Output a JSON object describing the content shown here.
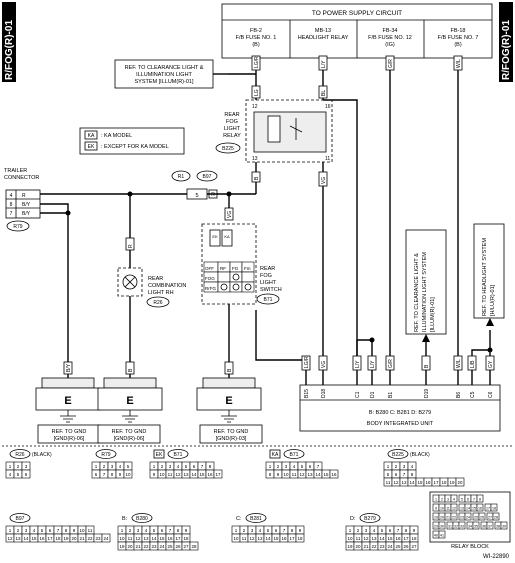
{
  "side_label": "R/FOG(R)-01",
  "power": {
    "title": "TO POWER SUPPLY CIRCUIT",
    "fuses": [
      {
        "name": "FB-2",
        "desc": "F/B FUSE NO. 1",
        "sub": "(B)"
      },
      {
        "name": "MB-13",
        "desc": "HEADLIGHT RELAY",
        "sub": ""
      },
      {
        "name": "FB-34",
        "desc": "F/B FUSE NO. 12",
        "sub": "(IG)"
      },
      {
        "name": "FB-18",
        "desc": "F/B FUSE NO. 7",
        "sub": "(B)"
      }
    ]
  },
  "ref_clearance_top": [
    "REF. TO CLEARANCE LIGHT &",
    "ILLUMINATION LIGHT",
    "SYSTEM [ILLUM(R)-01]"
  ],
  "legend": [
    {
      "code": "KA",
      "text": ": KA MODEL"
    },
    {
      "code": "EK",
      "text": ": EXCEPT FOR KA MODEL"
    }
  ],
  "relay": {
    "label": [
      "REAR",
      "FOG",
      "LIGHT",
      "RELAY"
    ],
    "id": "B225"
  },
  "switch": {
    "label": [
      "REAR",
      "FOG",
      "LIGHT",
      "SWITCH"
    ],
    "id": "B71",
    "rows": [
      "OFF",
      "FOG",
      "RrFG"
    ],
    "cols": [
      "RF",
      "FG",
      "Fm"
    ]
  },
  "trailer": {
    "label": [
      "TRAILER",
      "CONNECTOR"
    ],
    "id": "R79",
    "pins": [
      "4",
      "8",
      "7"
    ]
  },
  "combo": {
    "label": [
      "REAR",
      "COMBINATION",
      "LIGHT RH"
    ],
    "id": "R26"
  },
  "joint": {
    "a": "R1",
    "b": "B97",
    "pin": "5"
  },
  "biu": {
    "title": "BODY INTEGRATED UNIT",
    "conn_label": "B: B280  C: B281  D: B279"
  },
  "ref_clearance_right": [
    "REF. TO CLEARANCE LIGHT &",
    "ILLUMINATION LIGHT SYSTEM",
    "[ILLUM(R)-01]"
  ],
  "ref_headlight": [
    "REF. TO HEADLIGHT SYSTEM",
    "[H/LU(R)-01]"
  ],
  "grounds": [
    {
      "text": [
        "REF. TO GND",
        "[GND(R)-06]"
      ]
    },
    {
      "text": [
        "REF. TO GND",
        "[GND(R)-06]"
      ]
    },
    {
      "text": [
        "REF. TO GND",
        "[GND(R)-03]"
      ]
    }
  ],
  "ground_letter": "E",
  "wires": {
    "lgr": "LG/R",
    "ly": "L/Y",
    "gr": "G/R",
    "wl": "W/L",
    "lg": "LG",
    "bl": "BL",
    "by": "B/Y",
    "b": "B",
    "r": "R",
    "vg": "VG",
    "gy": "GY",
    "lgr2": "LG/R",
    "ly2": "L/Y",
    "b2": "B",
    "gr2": "G/R",
    "wl2": "W/L",
    "lb": "L/B"
  },
  "pins": {
    "relay_top": [
      "12",
      "16"
    ],
    "relay_bot": [
      "13",
      "11"
    ],
    "biu": [
      "B15",
      "D18",
      "C1",
      "D1",
      "B1",
      "D19",
      "B6",
      "C5",
      "C6"
    ]
  },
  "connectors": [
    {
      "id": "R26",
      "note": "(BLACK)",
      "rows": [
        [
          "1",
          "2",
          "3"
        ],
        [
          "4",
          "5",
          "6"
        ]
      ]
    },
    {
      "id": "R79",
      "note": "",
      "rows": [
        [
          "1",
          "2",
          "3",
          "4",
          "5"
        ],
        [
          "6",
          "7",
          "8",
          "9",
          "10"
        ]
      ]
    },
    {
      "id": "B71",
      "tag": "EK",
      "note": "",
      "rows": [
        [
          "1",
          "2",
          "3",
          "4",
          "5",
          "6",
          "7",
          "8"
        ],
        [
          "9",
          "10",
          "11",
          "12",
          "13",
          "14",
          "15",
          "16",
          "17"
        ]
      ]
    },
    {
      "id": "B71",
      "tag": "KA",
      "note": "",
      "rows": [
        [
          "1",
          "2",
          "3",
          "4",
          "5",
          "6",
          "7"
        ],
        [
          "8",
          "9",
          "10",
          "11",
          "12",
          "13",
          "14",
          "15",
          "16"
        ]
      ]
    },
    {
      "id": "B225",
      "note": "(BLACK)",
      "rows": [
        [
          "1",
          "2",
          "3",
          "4"
        ],
        [
          "5",
          "6",
          "7",
          "8"
        ],
        [
          "11",
          "12",
          "13",
          "14",
          "15",
          "16",
          "17",
          "18",
          "19",
          "20"
        ]
      ]
    },
    {
      "id": "B97",
      "note": "",
      "rows": [
        [
          "1",
          "2",
          "3",
          "4",
          "5",
          "6",
          "7",
          "8",
          "9",
          "10",
          "11"
        ],
        [
          "12",
          "13",
          "14",
          "15",
          "16",
          "17",
          "18",
          "19",
          "20",
          "21",
          "22",
          "23",
          "24"
        ]
      ]
    },
    {
      "id": "B280",
      "prefix": "B:",
      "note": "",
      "rows": [
        [
          "1",
          "2",
          "3",
          "4",
          "5",
          "6",
          "7",
          "8",
          "9"
        ],
        [
          "10",
          "11",
          "12",
          "13",
          "14",
          "15",
          "16",
          "17",
          "18"
        ],
        [
          "19",
          "20",
          "21",
          "22",
          "23",
          "24",
          "25",
          "26",
          "27",
          "28"
        ]
      ]
    },
    {
      "id": "B281",
      "prefix": "C:",
      "note": "",
      "rows": [
        [
          "1",
          "2",
          "3",
          "4",
          "5",
          "6",
          "7",
          "8",
          "9"
        ],
        [
          "10",
          "11",
          "12",
          "13",
          "14",
          "15",
          "16",
          "17",
          "18"
        ]
      ]
    },
    {
      "id": "B279",
      "prefix": "D:",
      "note": "",
      "rows": [
        [
          "1",
          "2",
          "3",
          "4",
          "5",
          "6",
          "7",
          "8",
          "9"
        ],
        [
          "10",
          "11",
          "12",
          "13",
          "14",
          "15",
          "16",
          "17",
          "18"
        ],
        [
          "19",
          "20",
          "21",
          "22",
          "23",
          "24",
          "25",
          "26",
          "27"
        ]
      ]
    }
  ],
  "relay_block": {
    "label": "RELAY BLOCK",
    "groups": [
      [
        "1",
        "2",
        "3",
        "4"
      ],
      [
        "5",
        "6",
        "7",
        "8"
      ],
      [
        "9",
        "10",
        "11",
        "12"
      ],
      [
        "13",
        "14",
        "15",
        "16"
      ],
      [
        "17",
        "18"
      ],
      [
        "19",
        "20",
        "21",
        "22"
      ],
      [
        "23",
        "24"
      ],
      [
        "25",
        "26"
      ],
      [
        "27",
        "28"
      ],
      [
        "29",
        "30"
      ],
      [
        "31",
        "32",
        "33"
      ],
      [
        "34",
        "35"
      ],
      [
        "36",
        "37"
      ],
      [
        "38",
        "39"
      ],
      [
        "40",
        "41"
      ]
    ]
  },
  "ref_code": "WI-22890"
}
